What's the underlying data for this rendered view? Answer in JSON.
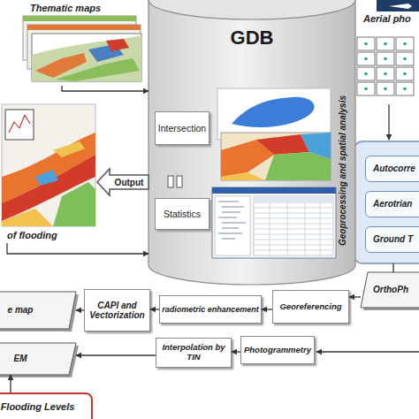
{
  "diagram": {
    "nodes": [
      {
        "text": [
          "GDB",
          "Geoprocessing and spatial analysis"
        ]
      },
      {
        "text": [
          "Intersection"
        ],
        "in": 0
      },
      {
        "text": [
          "Statistics"
        ],
        "in": 0
      },
      {
        "text": [
          "Thematic maps"
        ]
      },
      {
        "text": [
          "of flooding"
        ]
      },
      {
        "text": [
          "Aerial pho"
        ]
      },
      {
        "text": [
          "Autocorre"
        ]
      },
      {
        "text": [
          "Aerotrian"
        ]
      },
      {
        "text": [
          "Ground T"
        ]
      },
      {
        "text": [
          "e map"
        ]
      },
      {
        "text": [
          "CAPI and Vectorization"
        ]
      },
      {
        "text": [
          "radiometric enhancement"
        ]
      },
      {
        "text": [
          "Georeferencing"
        ]
      },
      {
        "text": [
          "OrthoPh"
        ]
      },
      {
        "text": [
          "EM"
        ]
      },
      {
        "text": [
          "Interpolation by TIN"
        ]
      },
      {
        "text": [
          "Photogrammetry"
        ]
      },
      {
        "text": [
          "Flooding Levels"
        ]
      }
    ],
    "edges": [
      {
        "from": 3,
        "to": 0,
        "arrow": "to"
      },
      {
        "from": 0,
        "to": 4,
        "label": "Output",
        "arrow": "to"
      },
      {
        "from": 4,
        "to": 0,
        "arrow": "to"
      },
      {
        "from": 13,
        "to": 12,
        "arrow": "to"
      },
      {
        "from": 12,
        "to": 11,
        "arrow": "to"
      },
      {
        "from": 11,
        "to": 10,
        "arrow": "to"
      },
      {
        "from": 10,
        "to": 9,
        "arrow": "to"
      },
      {
        "from": 16,
        "to": 15,
        "arrow": "to"
      },
      {
        "from": 15,
        "to": 14,
        "arrow": "to"
      },
      {
        "from": 17,
        "to": 14,
        "arrow": "to"
      }
    ]
  }
}
